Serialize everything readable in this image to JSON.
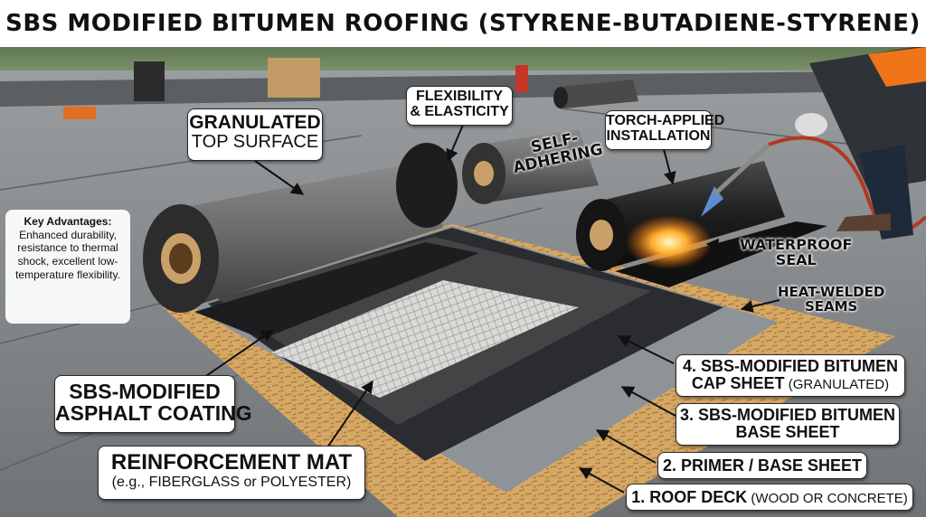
{
  "title": "SBS MODIFIED BITUMEN ROOFING (STYRENE-BUTADIENE-STYRENE)",
  "callouts": {
    "granulated": {
      "line1": "GRANULATED",
      "line2": "TOP SURFACE"
    },
    "flexibility": {
      "line1": "FLEXIBILITY",
      "line2": "& ELASTICITY"
    },
    "torch": {
      "line1": "TORCH-APPLIED",
      "line2": "INSTALLATION"
    },
    "self_adhering": {
      "line1": "SELF-",
      "line2": "ADHERING"
    },
    "waterproof": {
      "line1": "WATERPROOF",
      "line2": "SEAL"
    },
    "heat_welded": {
      "line1": "HEAT-WELDED",
      "line2": "SEAMS"
    },
    "asphalt": {
      "line1": "SBS-MODIFIED",
      "line2": "ASPHALT COATING"
    },
    "reinforcement": {
      "line1": "REINFORCEMENT MAT",
      "line2": "(e.g., FIBERGLASS or POLYESTER)"
    }
  },
  "layers": [
    {
      "main": "4. SBS-MODIFIED BITUMEN",
      "line2_main": "CAP SHEET",
      "line2_sub": " (GRANULATED)"
    },
    {
      "main": "3. SBS-MODIFIED BITUMEN",
      "line2_main": "BASE SHEET",
      "line2_sub": ""
    },
    {
      "main": "2. PRIMER / BASE SHEET",
      "line2_main": "",
      "line2_sub": ""
    },
    {
      "main": "1. ROOF DECK",
      "line2_main": "",
      "line2_sub": " (WOOD OR CONCRETE)"
    }
  ],
  "key_advantages": {
    "title": "Key Advantages:",
    "text": "Enhanced durability, resistance to thermal shock, excellent low-temperature flexibility."
  }
}
